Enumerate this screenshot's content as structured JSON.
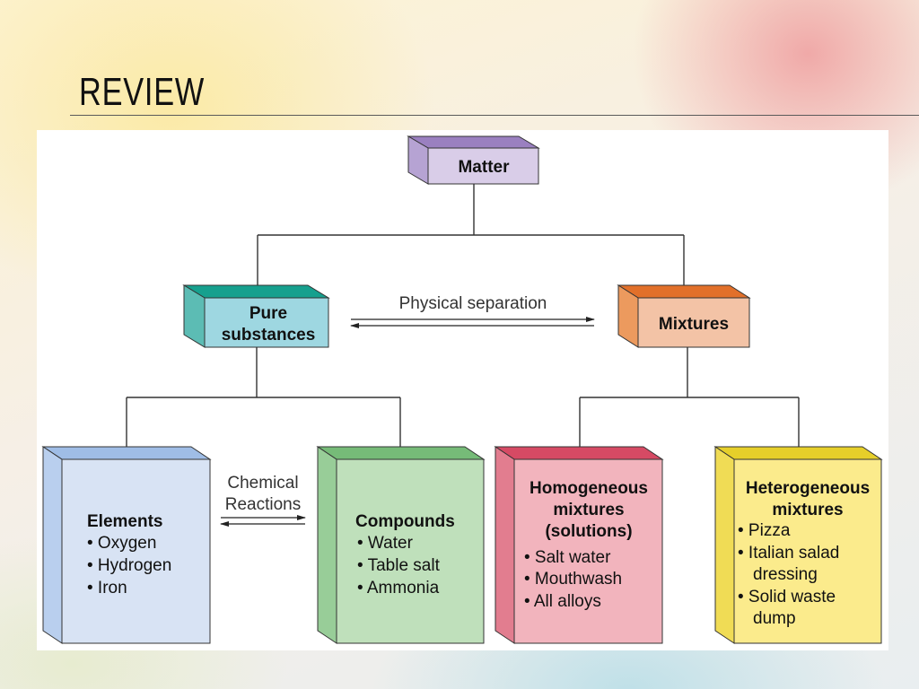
{
  "slide": {
    "title": "REVIEW"
  },
  "nodes": {
    "matter": {
      "title": "Matter"
    },
    "pure": {
      "title_lines": [
        "Pure",
        "substances"
      ]
    },
    "mixtures": {
      "title": "Mixtures"
    },
    "elements": {
      "title": "Elements",
      "items": [
        "• Oxygen",
        "• Hydrogen",
        "• Iron"
      ]
    },
    "compounds": {
      "title": "Compounds",
      "items": [
        "• Water",
        "• Table salt",
        "• Ammonia"
      ]
    },
    "homogeneous": {
      "title_lines": [
        "Homogeneous",
        "mixtures",
        "(solutions)"
      ],
      "items": [
        "• Salt water",
        "• Mouthwash",
        "• All alloys"
      ]
    },
    "heterogeneous": {
      "title_lines": [
        "Heterogeneous",
        "mixtures"
      ],
      "items": [
        "• Pizza",
        "• Italian salad",
        "dressing",
        "• Solid waste",
        "dump"
      ]
    }
  },
  "connectors": {
    "physical": {
      "label": "Physical separation"
    },
    "chemical": {
      "label_lines": [
        "Chemical",
        "Reactions"
      ]
    }
  },
  "colors": {
    "matter": "#d9cde8",
    "matter_dark": "#9a80c0",
    "pure": "#9ed7e1",
    "pure_dark": "#16a08e",
    "mixtures": "#f3c3a6",
    "mixtures_dark": "#e2702a",
    "elements": "#d8e3f4",
    "elements_dark": "#9fbde6",
    "compounds": "#bfe0bb",
    "compounds_dark": "#76bb78",
    "homogeneous": "#f2b4bd",
    "homogeneous_dark": "#d64a64",
    "heterogeneous": "#fbeb8c",
    "heterogeneous_dark": "#e6cf2a"
  }
}
